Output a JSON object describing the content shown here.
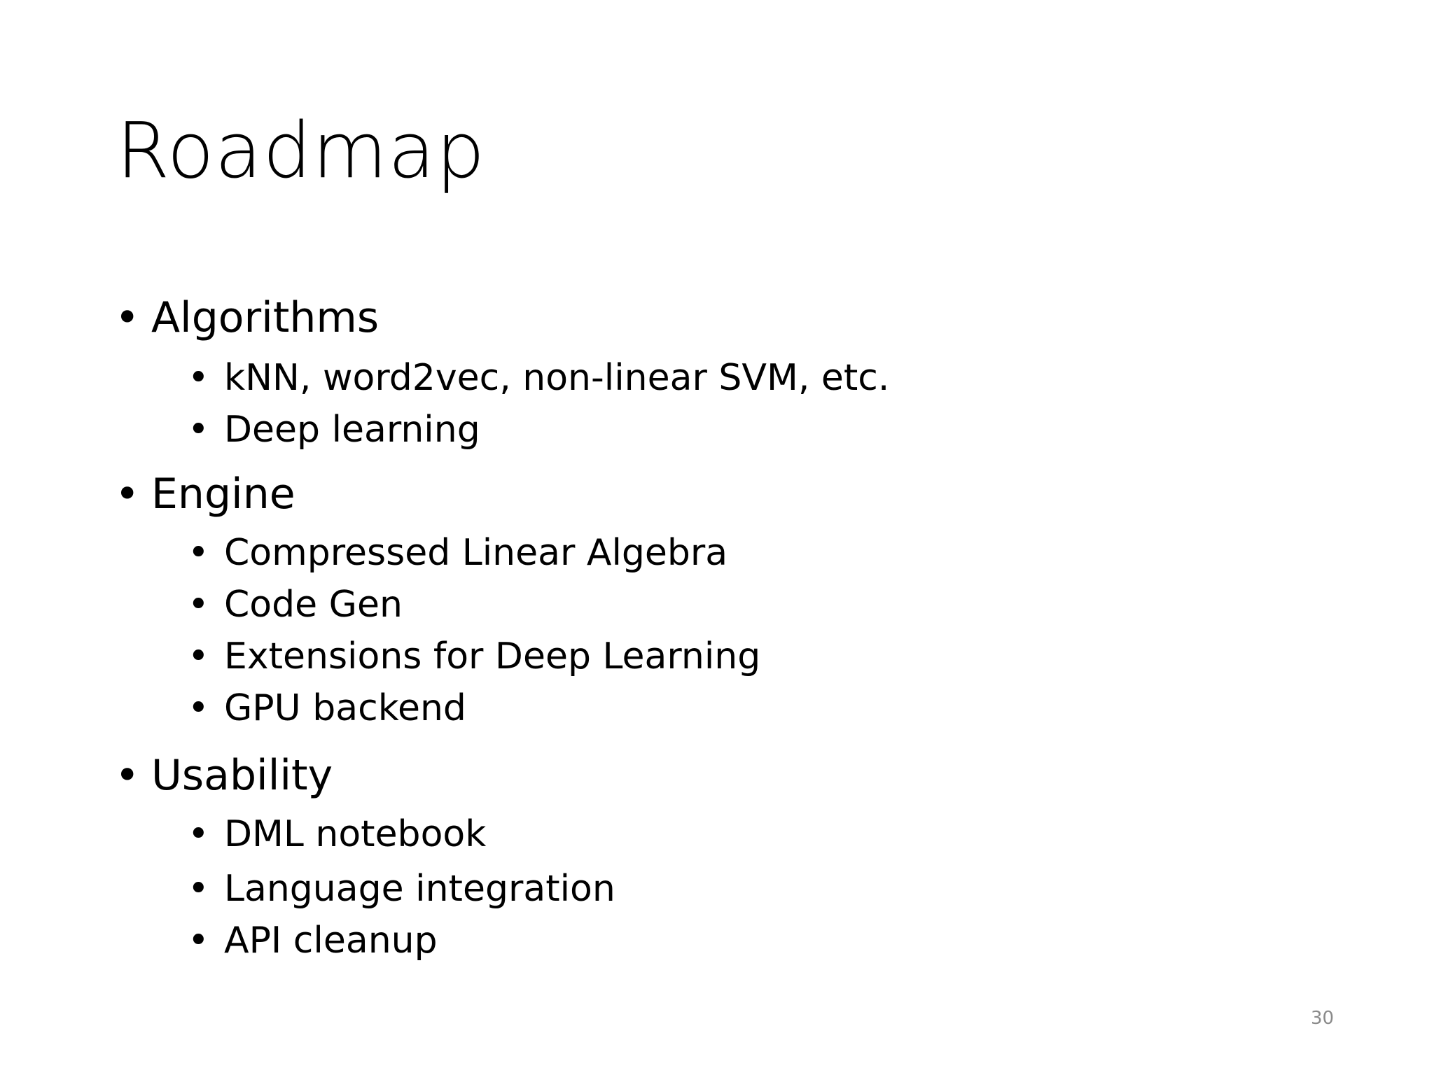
{
  "slide": {
    "title": "Roadmap",
    "page_number": "30",
    "bullet_glyph": "•",
    "sections": [
      {
        "label": "Algorithms",
        "items": [
          "kNN, word2vec, non-linear SVM, etc.",
          "Deep learning"
        ]
      },
      {
        "label": "Engine",
        "items": [
          "Compressed Linear Algebra",
          "Code Gen",
          "Extensions for Deep Learning",
          "GPU backend"
        ]
      },
      {
        "label": "Usability",
        "items": [
          "DML notebook",
          "Language integration",
          "API cleanup"
        ]
      }
    ]
  }
}
